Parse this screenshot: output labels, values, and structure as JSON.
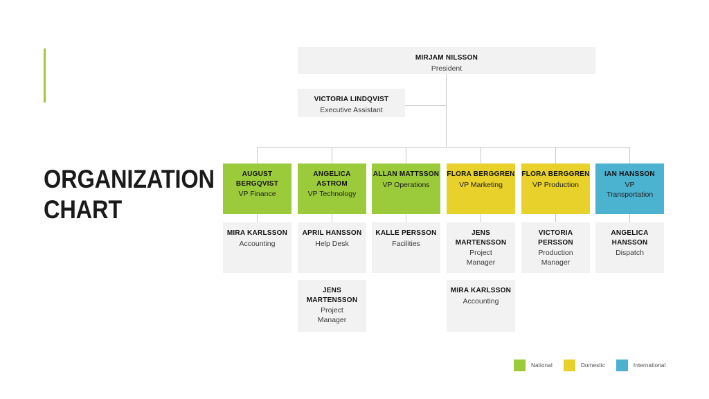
{
  "slide": {
    "title": "ORGANIZATION CHART",
    "accent_color": "#9BCB3B",
    "background": "#ffffff"
  },
  "colors": {
    "green": "#9BCB3B",
    "yellow": "#E8D12A",
    "blue": "#4BB3D0",
    "gray": "#F2F2F2",
    "line": "#C9C9C9"
  },
  "chart_data": {
    "type": "diagram",
    "title": "ORGANIZATION CHART",
    "nodes": {
      "president": {
        "name": "MIRJAM NILSSON",
        "role": "President",
        "color": "gray"
      },
      "assistant": {
        "name": "VICTORIA LINDQVIST",
        "role": "Executive Assistant",
        "color": "gray"
      },
      "vps": [
        {
          "name": "AUGUST\nBERGQVIST",
          "role": "VP Finance",
          "color": "green"
        },
        {
          "name": "ANGELICA\nASTROM",
          "role": "VP Technology",
          "color": "green"
        },
        {
          "name": "ALLAN MATTSSON",
          "role": "VP Operations",
          "color": "green"
        },
        {
          "name": "FLORA BERGGREN",
          "role": "VP Marketing",
          "color": "yellow"
        },
        {
          "name": "FLORA BERGGREN",
          "role": "VP Production",
          "color": "yellow"
        },
        {
          "name": "IAN HANSSON",
          "role": "VP\nTransportation",
          "color": "blue"
        }
      ],
      "reports": [
        {
          "name": "MIRA KARLSSON",
          "role": "Accounting",
          "color": "gray"
        },
        {
          "name": "APRIL HANSSON",
          "role": "Help Desk",
          "color": "gray"
        },
        {
          "name": "KALLE PERSSON",
          "role": "Facilities",
          "color": "gray"
        },
        {
          "name": "JENS\nMARTENSSON",
          "role": "Project\nManager",
          "color": "gray"
        },
        {
          "name": "VICTORIA\nPERSSON",
          "role": "Production\nManager",
          "color": "gray"
        },
        {
          "name": "ANGELICA\nHANSSON",
          "role": "Dispatch",
          "color": "gray"
        }
      ],
      "subreports": [
        {
          "name": "JENS\nMARTENSSON",
          "role": "Project\nManager",
          "color": "gray",
          "column": 1
        },
        {
          "name": "MIRA KARLSSON",
          "role": "Accounting",
          "color": "gray",
          "column": 3
        }
      ]
    }
  },
  "legend": {
    "items": [
      {
        "label": "National",
        "color": "#9BCB3B"
      },
      {
        "label": "Domestic",
        "color": "#E8D12A"
      },
      {
        "label": "International",
        "color": "#4BB3D0"
      }
    ]
  }
}
